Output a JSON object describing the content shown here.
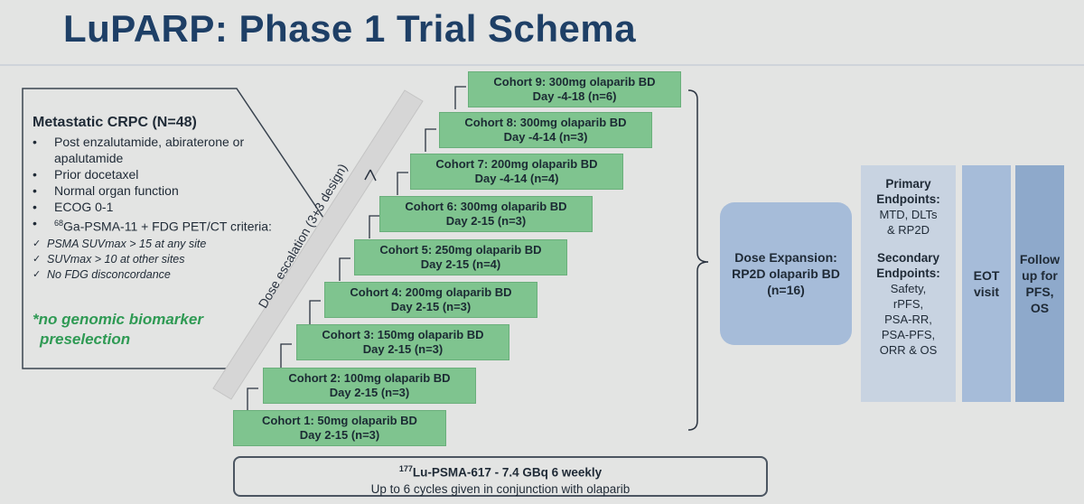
{
  "title": "LuPARP: Phase 1 Trial Schema",
  "population": {
    "heading": "Metastatic CRPC (N=48)",
    "bullets": [
      "Post enzalutamide, abiraterone or apalutamide",
      "Prior docetaxel",
      "Normal organ function",
      "ECOG 0-1",
      "Ga-PSMA-11 + FDG PET/CT criteria:"
    ],
    "isotope_superscript": "68",
    "criteria": [
      "PSMA SUVmax > 15 at any site",
      "SUVmax > 10 at other sites",
      "No FDG disconcordance"
    ],
    "note_line1": "*no genomic biomarker",
    "note_line2": "preselection"
  },
  "escalation_label": "Dose escalation (3+3 design)",
  "cohorts": [
    {
      "line1": "Cohort 1: 50mg olaparib BD",
      "line2": "Day 2-15 (n=3)"
    },
    {
      "line1": "Cohort 2: 100mg olaparib BD",
      "line2": "Day 2-15 (n=3)"
    },
    {
      "line1": "Cohort 3: 150mg olaparib BD",
      "line2": "Day 2-15 (n=3)"
    },
    {
      "line1": "Cohort 4: 200mg olaparib BD",
      "line2": "Day 2-15 (n=3)"
    },
    {
      "line1": "Cohort 5: 250mg olaparib BD",
      "line2": "Day 2-15 (n=4)"
    },
    {
      "line1": "Cohort 6: 300mg olaparib BD",
      "line2": "Day 2-15 (n=3)"
    },
    {
      "line1": "Cohort 7: 200mg olaparib BD",
      "line2": "Day -4-14 (n=4)"
    },
    {
      "line1": "Cohort 8: 300mg olaparib BD",
      "line2": "Day -4-14 (n=3)"
    },
    {
      "line1": "Cohort 9: 300mg olaparib BD",
      "line2": "Day -4-18 (n=6)"
    }
  ],
  "expansion": {
    "line1": "Dose Expansion:",
    "line2": "RP2D olaparib BD",
    "line3": "(n=16)"
  },
  "endpoints": {
    "primary_heading1": "Primary",
    "primary_heading2": "Endpoints:",
    "primary_items": [
      "MTD, DLTs",
      "& RP2D"
    ],
    "secondary_heading1": "Secondary",
    "secondary_heading2": "Endpoints:",
    "secondary_items": [
      "Safety,",
      "rPFS,",
      "PSA-RR,",
      "PSA-PFS,",
      "ORR & OS"
    ]
  },
  "eot": {
    "line1": "EOT",
    "line2": "visit"
  },
  "follow_up": {
    "line1": "Follow",
    "line2": "up for",
    "line3": "PFS,",
    "line4": "OS"
  },
  "treatment": {
    "superscript": "177",
    "line1": "Lu-PSMA-617 -  7.4 GBq 6 weekly",
    "line2": "Up to 6 cycles given in conjunction with olaparib"
  },
  "colors": {
    "title": "#1e3f66",
    "cohort_green": "#7fc48f",
    "note_green": "#2f9a54",
    "expansion_blue": "#a6bcd9",
    "endpoints_blue": "#c8d3e1",
    "follow_blue": "#8ea9cb"
  }
}
